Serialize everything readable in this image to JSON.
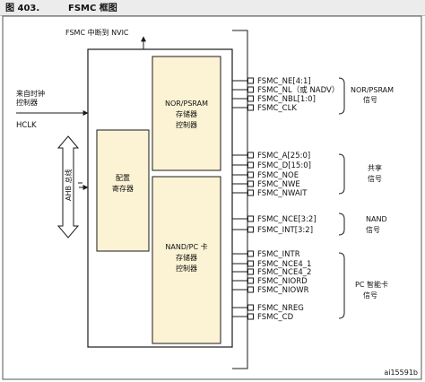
{
  "figure": {
    "number": "图 403.",
    "title": "FSMC 框图",
    "ref": "ai15591b"
  },
  "top_label": "FSMC 中断到 NVIC",
  "clock_label": [
    "来自时钟",
    "控制器"
  ],
  "hclk_label": "HCLK",
  "bus_label": "AHB 总线",
  "blocks": {
    "config": [
      "配置",
      "寄存器"
    ],
    "nor": [
      "NOR/PSRAM",
      "存储器",
      "控制器"
    ],
    "nand": [
      "NAND/PC 卡",
      "存储器",
      "控制器"
    ]
  },
  "signals": {
    "nor": [
      "FSMC_NE[4:1]",
      "FSMC_NL（或 NADV）",
      "FSMC_NBL[1:0]",
      "FSMC_CLK"
    ],
    "shared": [
      "FSMC_A[25:0]",
      "FSMC_D[15:0]",
      "FSMC_NOE",
      "FSMC_NWE",
      "FSMC_NWAIT"
    ],
    "nand": [
      "FSMC_NCE[3:2]",
      "FSMC_INT[3:2]"
    ],
    "pccard": [
      "FSMC_INTR",
      "FSMC_NCE4_1",
      "FSMC_NCE4_2",
      "FSMC_NIORD",
      "FSMC_NIOWR",
      "FSMC_NREG",
      "FSMC_CD"
    ]
  },
  "groups": {
    "nor": [
      "NOR/PSRAM",
      "信号"
    ],
    "shared": [
      "共享",
      "信号"
    ],
    "nand": [
      "NAND",
      "信号"
    ],
    "pccard": [
      "PC 智能卡",
      "信号"
    ]
  },
  "colors": {
    "block_fill": "#fbf3d4",
    "line": "#1a1a1a"
  }
}
